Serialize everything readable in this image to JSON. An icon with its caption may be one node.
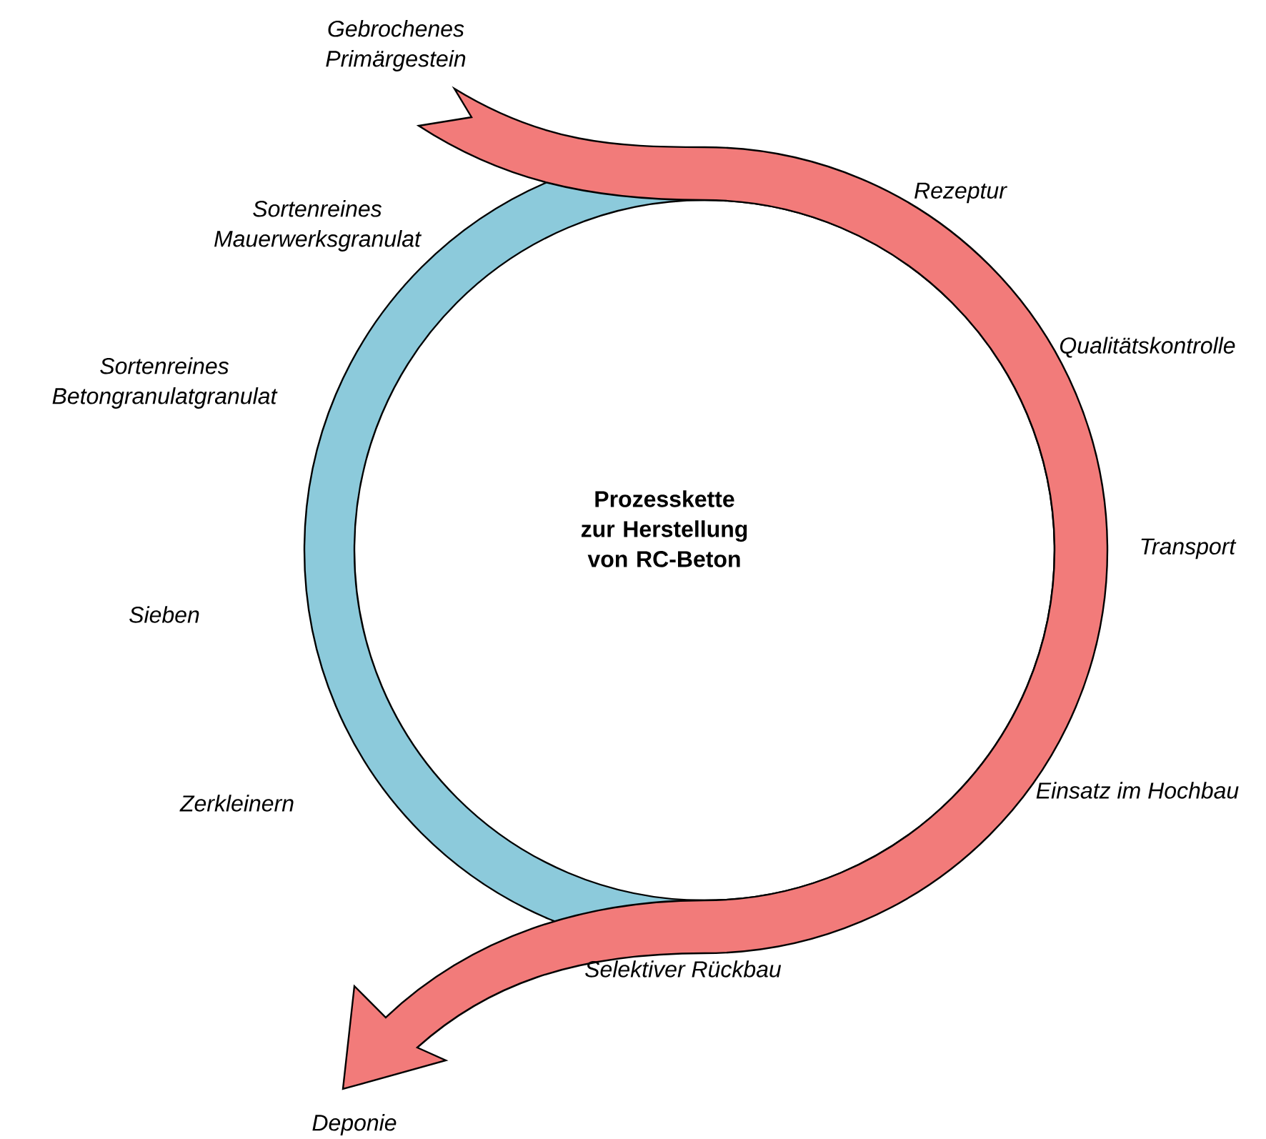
{
  "diagram": {
    "title": "Prozesskette zur Herstellung von RC-Beton",
    "labels": [
      "Gebrochenes Primärgestein",
      "Sortenreines Mauerwerksgranulat",
      "Rezeptur",
      "Sortenreines Betongranulatgranulat",
      "Qualitätskontrolle",
      "Transport",
      "Sieben",
      "Zerkleinern",
      "Einsatz im Hochbau",
      "Selektiver Rückbau",
      "Deponie"
    ]
  }
}
